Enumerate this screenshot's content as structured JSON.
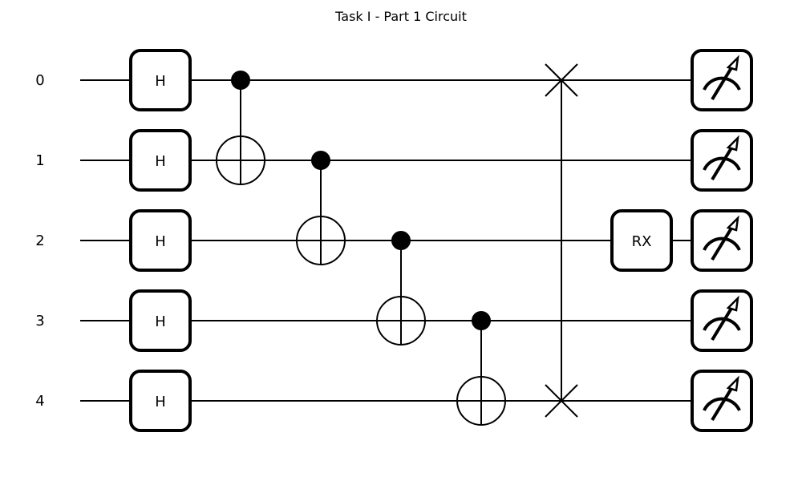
{
  "title": "Task I - Part 1 Circuit",
  "qubits": [
    "0",
    "1",
    "2",
    "3",
    "4"
  ],
  "gates": [
    {
      "type": "H",
      "label": "H",
      "qubit": 0,
      "step": 0
    },
    {
      "type": "H",
      "label": "H",
      "qubit": 1,
      "step": 0
    },
    {
      "type": "H",
      "label": "H",
      "qubit": 2,
      "step": 0
    },
    {
      "type": "H",
      "label": "H",
      "qubit": 3,
      "step": 0
    },
    {
      "type": "H",
      "label": "H",
      "qubit": 4,
      "step": 0
    },
    {
      "type": "CNOT",
      "control": 0,
      "target": 1,
      "step": 1
    },
    {
      "type": "CNOT",
      "control": 1,
      "target": 2,
      "step": 2
    },
    {
      "type": "CNOT",
      "control": 2,
      "target": 3,
      "step": 3
    },
    {
      "type": "CNOT",
      "control": 3,
      "target": 4,
      "step": 4
    },
    {
      "type": "SWAP",
      "qubits": [
        0,
        4
      ],
      "step": 5
    },
    {
      "type": "RX",
      "label": "RX",
      "qubit": 2,
      "step": 6
    },
    {
      "type": "MEASURE",
      "qubit": 0,
      "step": 7
    },
    {
      "type": "MEASURE",
      "qubit": 1,
      "step": 7
    },
    {
      "type": "MEASURE",
      "qubit": 2,
      "step": 7
    },
    {
      "type": "MEASURE",
      "qubit": 3,
      "step": 7
    },
    {
      "type": "MEASURE",
      "qubit": 4,
      "step": 7
    }
  ],
  "colors": {
    "line": "#000000",
    "background": "#ffffff"
  }
}
